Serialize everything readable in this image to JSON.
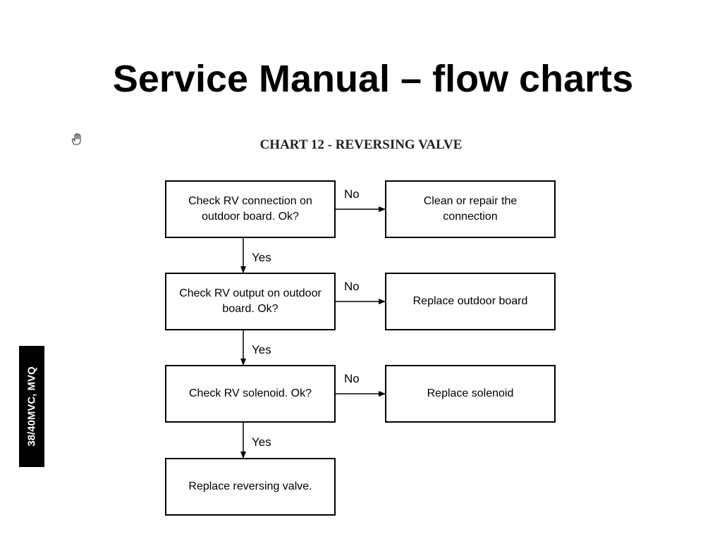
{
  "slide": {
    "title": "Service Manual – flow charts"
  },
  "chart": {
    "heading": "CHART 12 - REVERSING VALVE"
  },
  "side_tab": {
    "label": "38/40MVC, MVQ"
  },
  "icons": {
    "hand": "hand-icon"
  },
  "flowchart": {
    "nodes": [
      {
        "id": "n1",
        "lines": [
          "Check RV connection on",
          "outdoor board. Ok?"
        ]
      },
      {
        "id": "n2",
        "lines": [
          "Clean or repair the",
          "connection"
        ]
      },
      {
        "id": "n3",
        "lines": [
          "Check RV output on outdoor",
          "board. Ok?"
        ]
      },
      {
        "id": "n4",
        "lines": [
          "Replace outdoor board"
        ]
      },
      {
        "id": "n5",
        "lines": [
          "Check RV solenoid. Ok?"
        ]
      },
      {
        "id": "n6",
        "lines": [
          "Replace solenoid"
        ]
      },
      {
        "id": "n7",
        "lines": [
          "Replace reversing valve."
        ]
      }
    ],
    "edges": [
      {
        "from": "n1",
        "to": "n2",
        "label": "No"
      },
      {
        "from": "n1",
        "to": "n3",
        "label": "Yes"
      },
      {
        "from": "n3",
        "to": "n4",
        "label": "No"
      },
      {
        "from": "n3",
        "to": "n5",
        "label": "Yes"
      },
      {
        "from": "n5",
        "to": "n6",
        "label": "No"
      },
      {
        "from": "n5",
        "to": "n7",
        "label": "Yes"
      }
    ]
  }
}
